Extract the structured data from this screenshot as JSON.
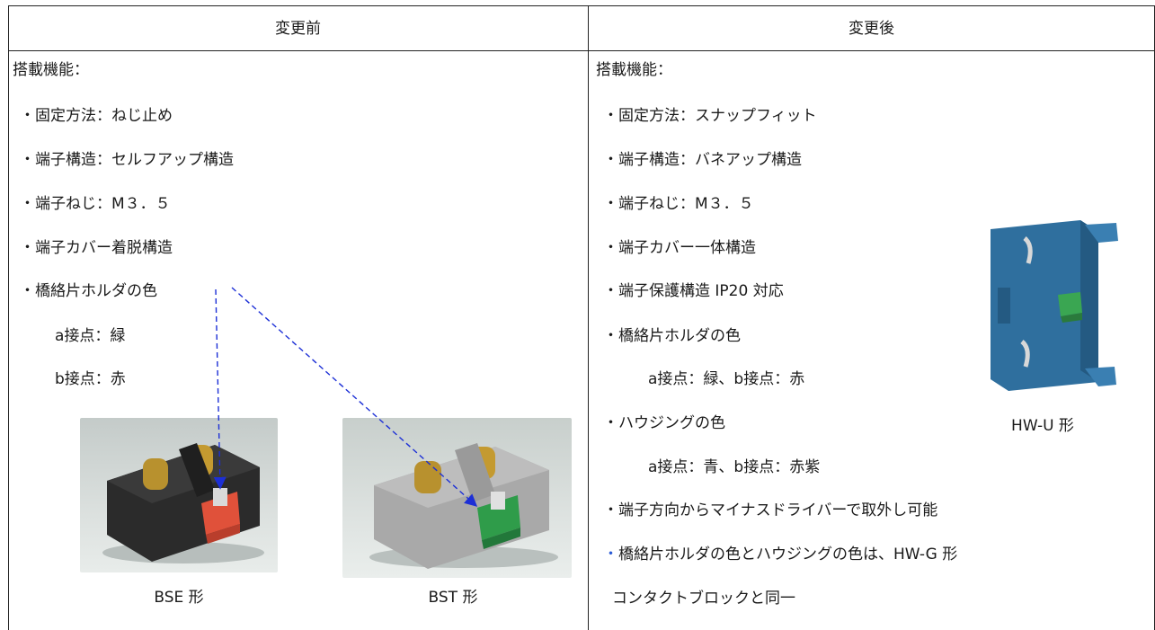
{
  "header": {
    "before": "変更前",
    "after": "変更後"
  },
  "before": {
    "heading": "搭載機能：",
    "items": [
      "・固定方法：ねじ止め",
      "・端子構造：セルフアップ構造",
      "・端子ねじ：M３．５",
      "・端子カバー着脱構造",
      "・橋絡片ホルダの色"
    ],
    "contact_a": "a接点：緑",
    "contact_b": "b接点：赤",
    "photo1_caption": "BSE 形",
    "photo2_caption": "BST 形"
  },
  "after": {
    "heading": "搭載機能：",
    "items": [
      "・固定方法：スナップフィット",
      "・端子構造：バネアップ構造",
      "・端子ねじ：M３．５",
      "・端子カバー一体構造",
      "・端子保護構造 IP20 対応",
      "・橋絡片ホルダの色",
      "a接点：緑、b接点：赤",
      "・ハウジングの色",
      "a接点：青、b接点：赤紫",
      "・端子方向からマイナスドライバーで取外し可能"
    ],
    "bullet": "・",
    "last_line1": "橋絡片ホルダの色とハウジングの色は、HW-G 形",
    "last_line2": "コンタクトブロックと同一",
    "product_caption": "HW-U 形"
  },
  "colors": {
    "arrow": "#1c2fd6",
    "bullet_blue": "#2a5bd6",
    "housing_blue": "#2f6f9e",
    "holder_red": "#e0513a",
    "holder_green": "#3aa652"
  }
}
